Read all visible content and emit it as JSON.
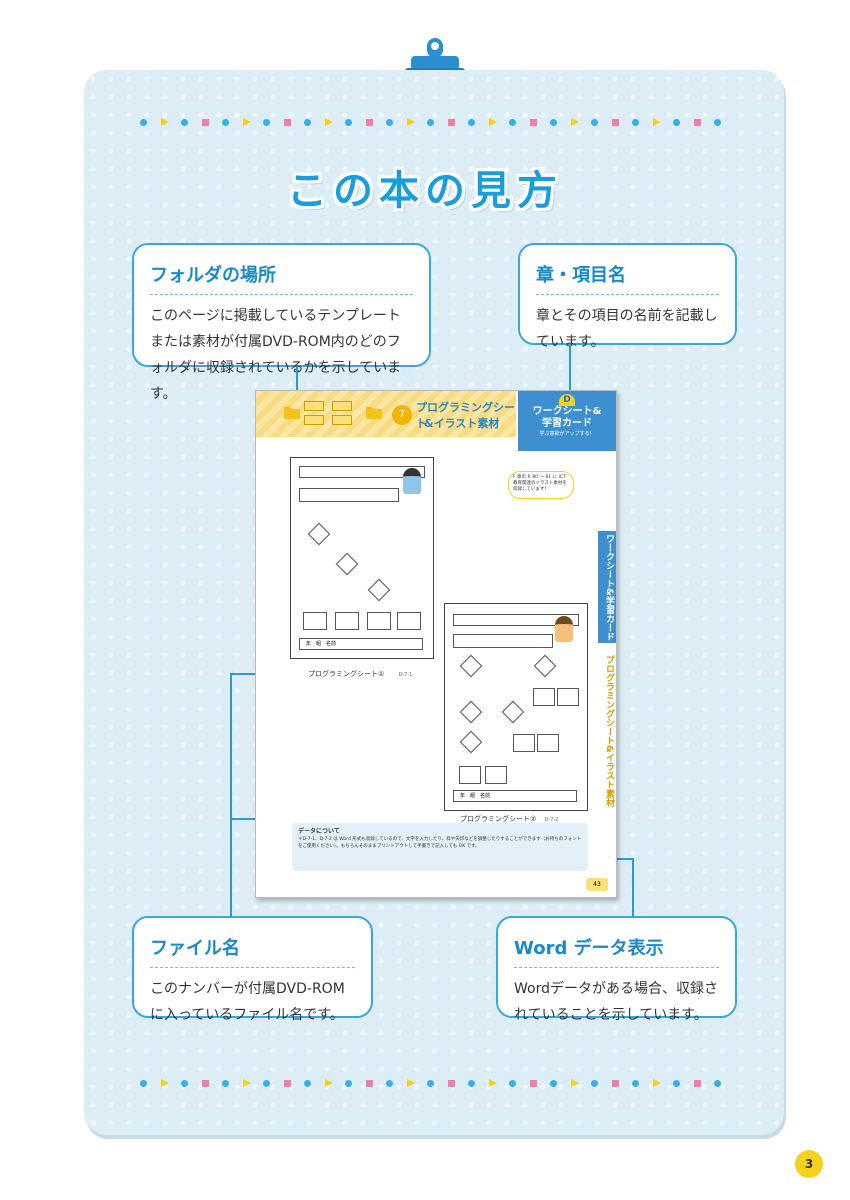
{
  "title": "この本の見方",
  "boxes": {
    "folder": {
      "heading": "フォルダの場所",
      "body": "このページに掲載しているテンプレートまたは素材が付属DVD-ROM内のどのフォルダに収録されているかを示しています。"
    },
    "chapter": {
      "heading": "章・項目名",
      "body": "章とその項目の名前を記載しています。"
    },
    "file": {
      "heading": "ファイル名",
      "body": "このナンバーが付属DVD-ROMに入っているファイル名です。"
    },
    "word": {
      "heading": "Word データ表示",
      "body": "Wordデータがある場合、収録されていることを示しています。"
    }
  },
  "sample": {
    "section_number": "7",
    "section_title_1": "プログラミングシート",
    "section_title_2": "&イラスト素材",
    "chapter_letter": "D",
    "chapter_title_1": "ワークシート&",
    "chapter_title_2": "学習カード",
    "chapter_sub": "学ぶ意欲がアップする！",
    "speech": "F 章の P. 80 ～ 81 に ICT 教育関連のイラスト素材を収録しています！",
    "side_tab_1": "ワークシート&学習カード",
    "side_tab_2": "プログラミングシート&イラスト素材",
    "caption_1": "プログラミングシート①",
    "file_1": "D-7-1",
    "caption_2": "プログラミングシート②",
    "file_2": "D-7-2",
    "name_row": "年　組　名前",
    "note_title": "データについて",
    "note_body": "＊D-7-1、D-7-2 は Word 形式も収録しているので、文字を入力したり、枠や矢印などを調整したりすることができます（お持ちのフォントをご使用ください）。もちろんそのままプリントアウトして手書きで記入しても OK です。",
    "page_number": "43"
  },
  "page_badge": "3",
  "colors": {
    "accent": "#1a9ddd",
    "board": "#dcedf6",
    "yellow": "#f5d11b",
    "pink": "#f07fa6"
  }
}
